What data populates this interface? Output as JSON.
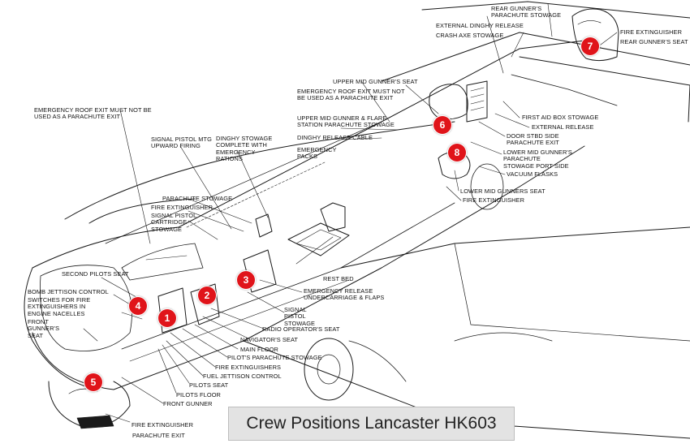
{
  "labels": {
    "rear_gunners_parachute": "REAR GUNNER'S PARACHUTE STOWAGE",
    "external_dinghy_release": "EXTERNAL DINGHY RELEASE",
    "crash_axe_stowage": "CRASH AXE STOWAGE",
    "fire_extinguisher_rear": "FIRE EXTINGUISHER",
    "rear_gunners_seat": "REAR GUNNER'S SEAT",
    "upper_mid_gunners_seat": "UPPER MID GUNNER'S SEAT",
    "emergency_roof_exit_mid": "EMERGENCY ROOF EXIT MUST NOT BE USED AS A PARACHUTE EXIT",
    "upper_mid_gunner_flare": "UPPER MID GUNNER & FLARE STATION PARACHUTE STOWAGE",
    "dinghy_release_cable": "DINGHY RELEASE CABLE",
    "emergency_packs": "EMERGENCY PACKS",
    "first_aid_box": "FIRST AID BOX STOWAGE",
    "external_release": "EXTERNAL RELEASE",
    "door_stbd_side": "DOOR STBD SIDE PARACHUTE EXIT",
    "lower_mid_gunners_parachute": "LOWER MID GUNNER'S PARACHUTE STOWAGE PORT SIDE",
    "vacuum_flasks": "VACUUM FLASKS",
    "lower_mid_gunners_seat": "LOWER MID GUNNERS SEAT",
    "fire_extinguisher_mid": "FIRE EXTINGUISHER",
    "emergency_roof_exit_front": "EMERGENCY ROOF EXIT MUST NOT BE USED AS A PARACHUTE EXIT",
    "signal_pistol_mtg": "SIGNAL PISTOL MTG UPWARD FIRING",
    "dinghy_stowage": "DINGHY STOWAGE COMPLETE WITH EMERGENCY RATIONS",
    "parachute_stowage": "PARACHUTE STOWAGE",
    "fire_extinguisher_front": "FIRE EXTINGUISHER",
    "signal_pistol_cartridge": "SIGNAL PISTOL CARTRIDGE STOWAGE",
    "second_pilots_seat": "SECOND PILOTS SEAT",
    "bomb_jettison_control": "BOMB JETTISON CONTROL",
    "switches_fire_ext": "SWITCHES FOR FIRE EXTINGUISHERS IN ENGINE NACELLES",
    "front_gunners_seat": "FRONT GUNNER'S SEAT",
    "rest_bed": "REST BED",
    "emergency_release_uc": "EMERGENCY RELEASE UNDERCARRIAGE & FLAPS",
    "signal_pistol_stowage": "SIGNAL PISTOL STOWAGE",
    "radio_operators_seat": "RADIO OPERATOR'S SEAT",
    "navigators_seat": "NAVIGATOR'S SEAT",
    "main_floor": "MAIN FLOOR",
    "pilots_parachute_stowage": "PILOT'S PARACHUTE STOWAGE",
    "fire_extinguishers": "FIRE EXTINGUISHERS",
    "fuel_jettison_control": "FUEL JETTISON CONTROL",
    "pilots_seat": "PILOTS SEAT",
    "pilots_floor": "PILOTS FLOOR",
    "front_gunner": "FRONT GUNNER",
    "fire_extinguisher_nose": "FIRE EXTINGUISHER",
    "parachute_exit": "PARACHUTE EXIT"
  },
  "markers": [
    "1",
    "2",
    "3",
    "4",
    "5",
    "6",
    "7",
    "8"
  ],
  "caption": "Crew Positions Lancaster HK603",
  "colors": {
    "marker": "#e0141a",
    "line": "#1a1a1a",
    "caption_bg": "#e3e3e3"
  }
}
